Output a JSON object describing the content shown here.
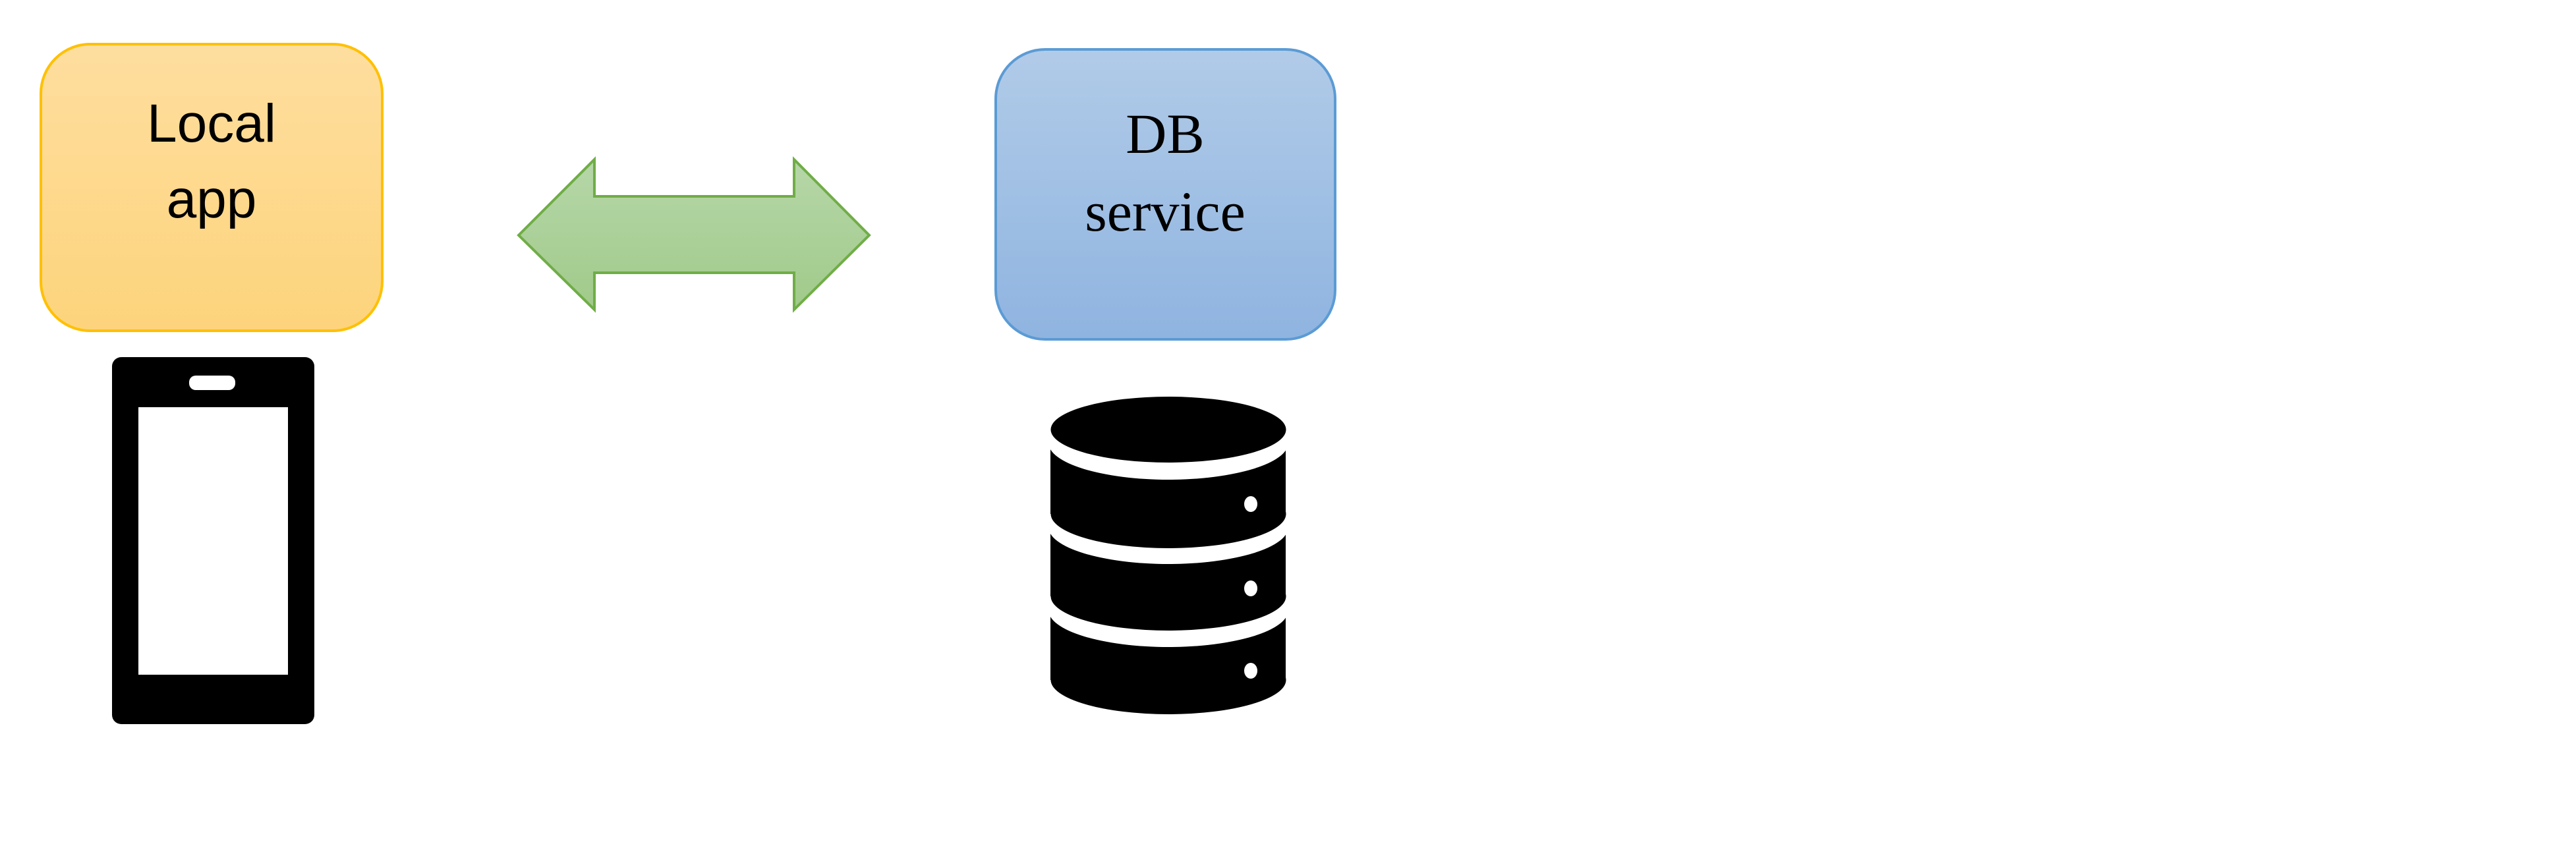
{
  "nodes": {
    "local_app": {
      "line1": "Local",
      "line2": "app",
      "fill_top": "#FEDE9F",
      "fill_bottom": "#FDD47C",
      "stroke": "#FFC000"
    },
    "db_service": {
      "line1": "DB",
      "line2": "service",
      "fill_top": "#B1CBE8",
      "fill_bottom": "#8FB4E0",
      "stroke": "#5B9BD5"
    }
  },
  "connector": {
    "type": "bidirectional-arrow",
    "fill_top": "#B6D7A8",
    "fill_bottom": "#A0CA8A",
    "stroke": "#70AD47"
  },
  "icons": [
    "smartphone-icon",
    "database-icon"
  ]
}
